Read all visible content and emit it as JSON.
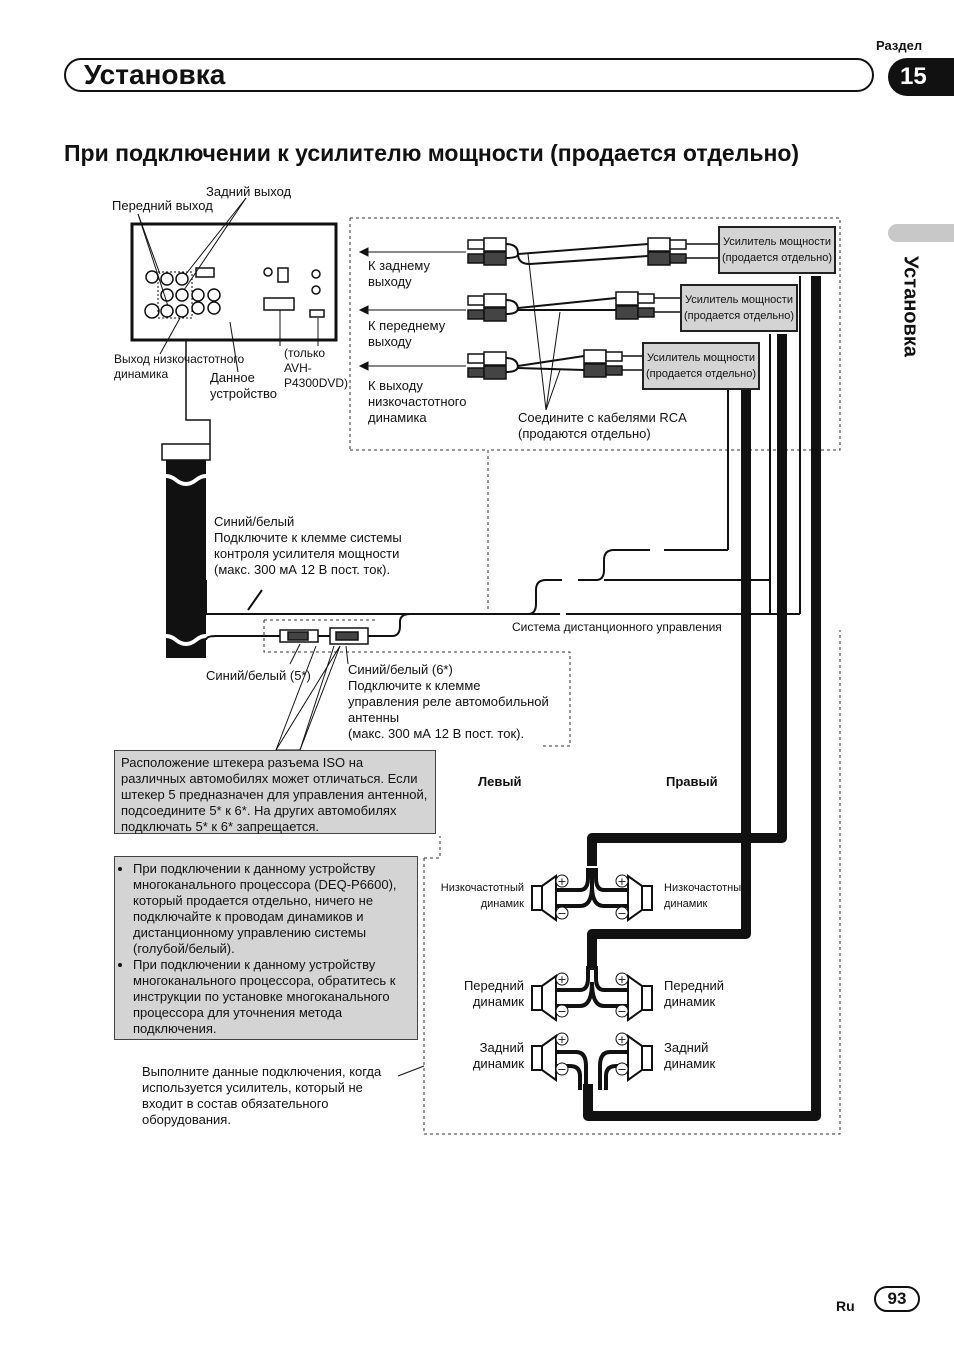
{
  "header": {
    "section_label": "Раздел",
    "title": "Установка",
    "section_number": "15",
    "side_title": "Установка"
  },
  "heading": "При подключении к усилителю мощности (продается отдельно)",
  "diagram": {
    "labels": {
      "rear_output": "Задний выход",
      "front_output": "Передний выход",
      "subwoofer_output": "Выход  низкочастотного\nдинамика",
      "this_unit": "Данное\nустройство",
      "avh_only": "(только\nAVH-\nP4300DVD)",
      "to_rear_output": "К заднему\nвыходу",
      "to_front_output": "К переднему\nвыходу",
      "to_sub_output": "К выходу\nнизкочастотного\nдинамика",
      "rca_note": "Соедините с кабелями RCA\n(продаются отдельно)",
      "amp_1": "Усилитель мощности\n(продается отдельно)",
      "amp_2": "Усилитель мощности\n(продается отдельно)",
      "amp_3": "Усилитель мощности\n(продается отдельно)",
      "blue_white_system": "Синий/белый\nПодключите к клемме системы\nконтроля усилителя мощности\n(макс. 300 мА 12 В пост. ток).",
      "remote_system": "Система дистанционного управления",
      "blue_white_5": "Синий/белый (5*)",
      "blue_white_6": "Синий/белый (6*)\nПодключите к клемме\nуправления реле автомобильной\nантенны\n(макс. 300 мА 12 В пост. ток).",
      "left": "Левый",
      "right": "Правый",
      "sub_left": "Низкочастотный\nдинамик",
      "sub_right": "Низкочастотный\nдинамик",
      "front_left": "Передний\nдинамик",
      "front_right": "Передний\nдинамик",
      "rear_left": "Задний\nдинамик",
      "rear_right": "Задний\nдинамик",
      "plus": "+",
      "minus": "−"
    },
    "iso_note": "Расположение штекера разъема ISO на различных автомобилях может отличаться. Если штекер 5 предназначен для управления антенной, подсоедините 5* к 6*. На других автомобилях подключать 5* к 6* запрещается.",
    "bullets": [
      "При подключении к данному устройству многоканального процессора (DEQ-P6600), который продается отдельно, ничего не подключайте к проводам динамиков и дистанционному управлению системы (голубой/белый).",
      "При подключении к данному устройству многоканального процессора, обратитесь к инструкции по установке многоканального процессора для уточнения метода подключения."
    ],
    "amp_note": "Выполните данные подключения, когда используется усилитель, который не входит в состав обязательного оборудования."
  },
  "footer": {
    "lang": "Ru",
    "page_number": "93"
  }
}
